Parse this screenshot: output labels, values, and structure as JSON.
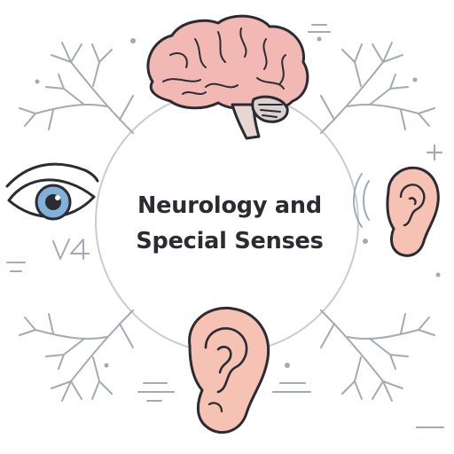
{
  "title": {
    "line1": "Neurology and",
    "line2": "Special Senses"
  },
  "doodle_text": "V4",
  "colors": {
    "outline": "#2b2b33",
    "brain_fill": "#f2b8b4",
    "ear_fill": "#f6c2b4",
    "iris": "#7fb2d6",
    "neuron": "#a3aab3",
    "circle": "#c6ccd2"
  },
  "icons": [
    "brain-icon",
    "eye-icon",
    "small-ear-icon",
    "large-ear-icon",
    "neuron-branch-icon",
    "sound-wave-icon",
    "plus-icon"
  ]
}
